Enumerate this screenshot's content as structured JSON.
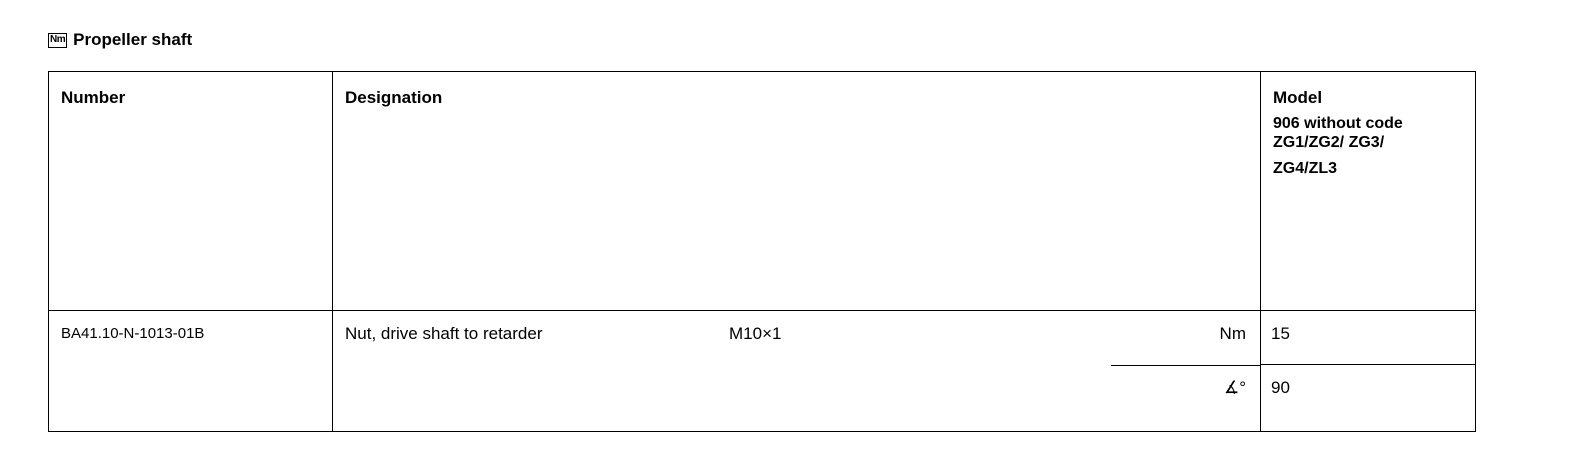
{
  "heading": {
    "icon": "Nm",
    "title": "Propeller shaft"
  },
  "table": {
    "columns": {
      "number": "Number",
      "designation": "Designation",
      "model": "Model",
      "model_sub_1": "906 without code ZG1/ZG2/ ZG3/",
      "model_sub_2": "ZG4/ZL3"
    },
    "row": {
      "number": "BA41.10-N-1013-01B",
      "designation": "Nut, drive shaft to retarder",
      "thread": "M10×1",
      "unit_torque": "Nm",
      "unit_angle": "∡°",
      "value_torque": "15",
      "value_angle": "90"
    }
  }
}
